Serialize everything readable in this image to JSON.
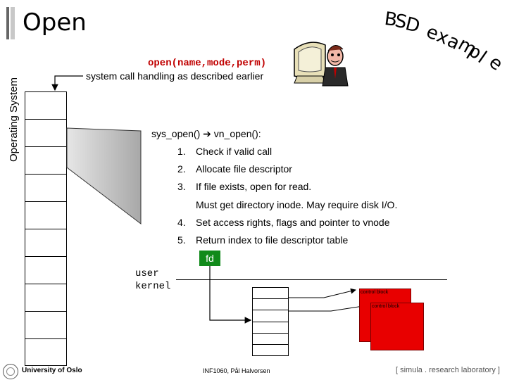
{
  "slide": {
    "title": "Open",
    "corner_banner": "BSD example",
    "side_label": "Operating System"
  },
  "call": {
    "signature": "open(name,mode,perm)",
    "description": "system call handling as described earlier"
  },
  "steps": {
    "intro": "sys_open() ➔ vn_open():",
    "items": [
      {
        "num": "1.",
        "text": "Check if valid call"
      },
      {
        "num": "2.",
        "text": "Allocate file descriptor"
      },
      {
        "num": "3.",
        "text": "If file exists, open for read."
      },
      {
        "num": "4.",
        "text": "Set access rights, flags and pointer to vnode"
      },
      {
        "num": "5.",
        "text": "Return index to file descriptor table"
      }
    ],
    "item3_cont": "Must get directory inode. May require disk I/O."
  },
  "diagram": {
    "fd_label": "fd",
    "user_label": "user",
    "kernel_label": "kernel",
    "control_block_1": "control block",
    "control_block_2": "control block",
    "fd_color": "#118a1a",
    "control_block_color": "#e80000",
    "call_color": "#c00000"
  },
  "footer": {
    "university": "University of Oslo",
    "course": "INF1060, Pål Halvorsen",
    "lab": "[ simula . research laboratory ]"
  }
}
